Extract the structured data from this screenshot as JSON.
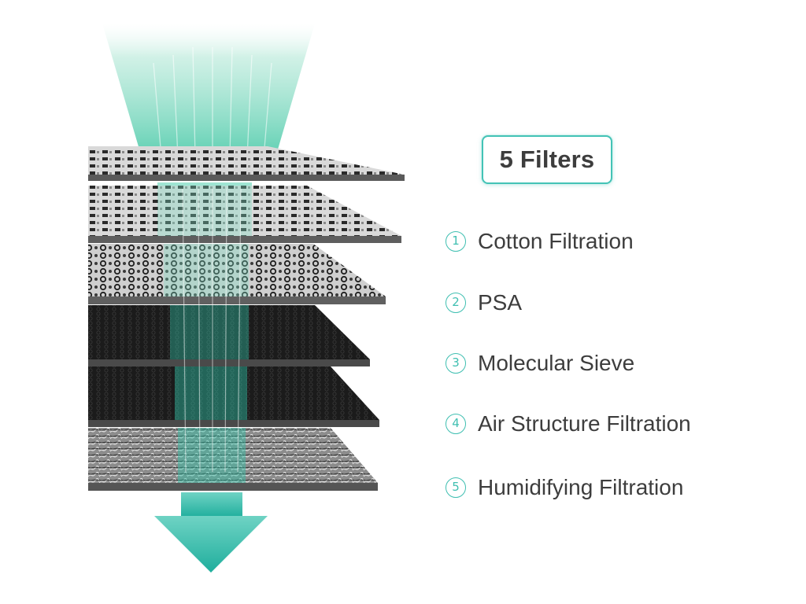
{
  "badge": {
    "label": "5 Filters",
    "border_color": "#43c3b6"
  },
  "filters": [
    {
      "number": "1",
      "label": "Cotton Filtration"
    },
    {
      "number": "2",
      "label": "PSA"
    },
    {
      "number": "3",
      "label": "Molecular Sieve"
    },
    {
      "number": "4",
      "label": "Air Structure Filtration"
    },
    {
      "number": "5",
      "label": "Humidifying Filtration"
    }
  ],
  "colors": {
    "accent": "#3fbfb1",
    "airflow": "#2fc2a7",
    "arrow": "#22b5a3",
    "text": "#3d3d3d"
  },
  "layers": [
    {
      "pattern": "perforated-grid",
      "tone": "light-gray"
    },
    {
      "pattern": "perforated-grid",
      "tone": "light-gray"
    },
    {
      "pattern": "honeycomb-print",
      "tone": "gray"
    },
    {
      "pattern": "honeycomb-fine",
      "tone": "black"
    },
    {
      "pattern": "honeycomb-fine",
      "tone": "black"
    },
    {
      "pattern": "fibrous-mesh",
      "tone": "gray"
    }
  ],
  "icons": {
    "flow_arrow": "down-arrow-icon"
  }
}
